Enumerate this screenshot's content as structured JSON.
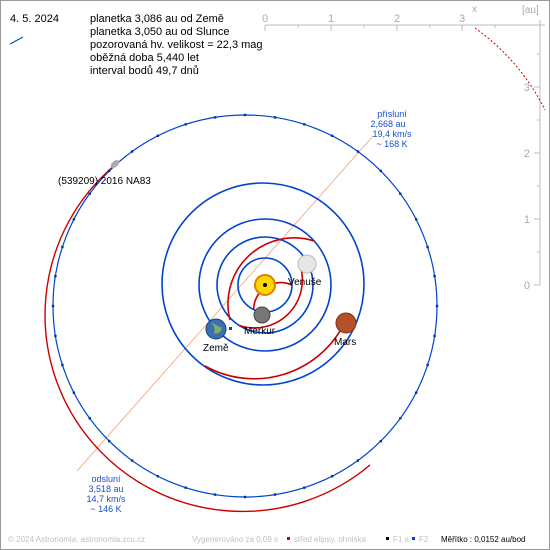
{
  "header": {
    "date": "4. 5. 2024",
    "info_lines": [
      "planetka 3,086 au od Země",
      "planetka 3,050 au od Slunce",
      "pozorovaná hv. velikost = 22,3 mag",
      "oběžná doba 5,440 let",
      "interval bodů 49,7 dnů"
    ]
  },
  "axes": {
    "x_label": "x",
    "unit": "[au]",
    "x_ticks": [
      "0",
      "1",
      "2",
      "3"
    ],
    "y_ticks": [
      "3",
      "2",
      "1",
      "0"
    ]
  },
  "asteroid": {
    "name": "(539209) 2016 NA83"
  },
  "planets": {
    "venus": "Venuše",
    "mercury": "Merkur",
    "earth": "Země",
    "mars": "Mars"
  },
  "perihelion": {
    "title": "přísluní",
    "distance": "2,668 au",
    "speed": "19,4 km/s",
    "temp": "~ 168 K"
  },
  "aphelion": {
    "title": "odsluní",
    "distance": "3,518 au",
    "speed": "14,7 km/s",
    "temp": "~ 146 K"
  },
  "footer": {
    "copyright": "© 2024 Astronomia, astronomia.zcu.cz",
    "generated": "Vygenerováno za 0,09 s",
    "legend_center": "střed elipsy, ohniska",
    "legend_f1": "F1 a",
    "legend_f2": "F2",
    "scale": "Měřítko : 0,0152 au/bod"
  },
  "colors": {
    "sun": "#ffd700",
    "orbit_blue": "#0044cc",
    "orbit_red": "#cc0000",
    "label_blue": "#1a4fd0",
    "axis_gray": "#aaaaaa"
  }
}
